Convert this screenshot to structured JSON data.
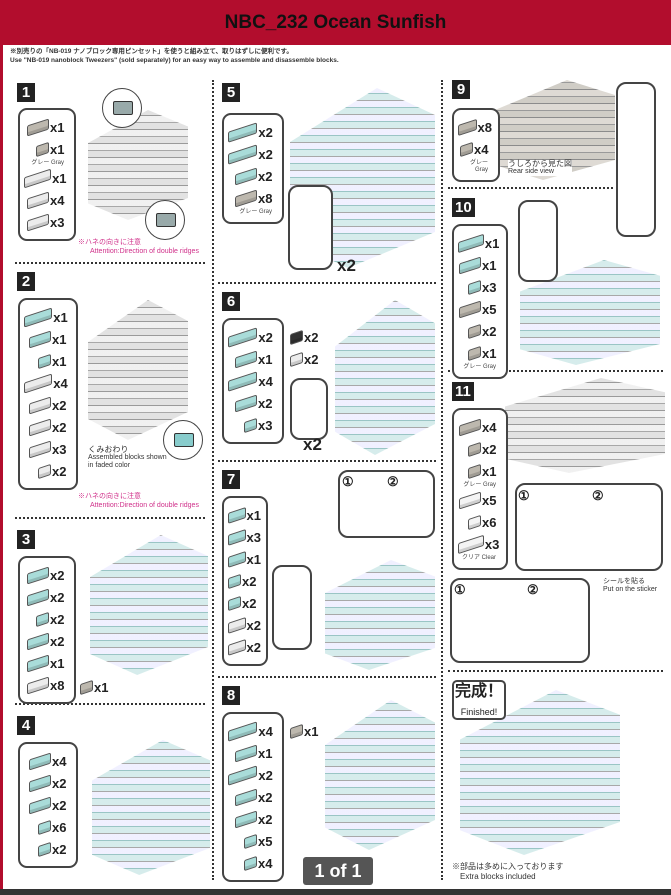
{
  "header": {
    "title": "NBC_232 Ocean Sunfish"
  },
  "tip": {
    "jp": "※別売りの「NB-019 ナノブロック専用ピンセット」を使うと組み立て、取りはずしに便利です。",
    "en": "Use \"NB-019 nanoblock Tweezers\" (sold separately) for an easy way to assemble and disassemble blocks."
  },
  "colors": {
    "header": "#b20d2d",
    "blue": "#a9dcd9",
    "white": "#ececec",
    "gray": "#bdb8ae",
    "black": "#333333",
    "clear": "#f4f4f4"
  },
  "labels": {
    "gray": "グレー Gray",
    "clear": "クリア Clear",
    "ridges_jp": "※ハネの向きに注意",
    "ridges_en": "Attention:Direction of double ridges",
    "assembled_jp": "くみおわり",
    "assembled_en": "Assembled blocks shown in faded color",
    "rear_jp": "うしろから見た図",
    "rear_en": "Rear side view",
    "sticker_jp": "シールを貼る",
    "sticker_en": "Put on the sticker",
    "sub1": "①",
    "sub2": "②",
    "times2": "x2",
    "finished_jp": "完成！",
    "finished_en": "Finished!",
    "extra_jp": "※部品は多めに入っております",
    "extra_en": "Extra blocks included"
  },
  "page_indicator": "1 of 1",
  "steps": [
    {
      "number": "1",
      "parts": [
        {
          "c": "gray",
          "s": "",
          "n": "x1"
        },
        {
          "c": "gray",
          "s": "s",
          "n": "x1",
          "gray": true
        },
        {
          "c": "white",
          "s": "l",
          "n": "x1"
        },
        {
          "c": "white",
          "s": "",
          "n": "x4"
        },
        {
          "c": "white",
          "s": "",
          "n": "x3"
        }
      ]
    },
    {
      "number": "2",
      "parts": [
        {
          "c": "blue",
          "s": "l",
          "n": "x1"
        },
        {
          "c": "blue",
          "s": "",
          "n": "x1"
        },
        {
          "c": "blue",
          "s": "s",
          "n": "x1"
        },
        {
          "c": "white",
          "s": "l",
          "n": "x4"
        },
        {
          "c": "white",
          "s": "",
          "n": "x2"
        },
        {
          "c": "white",
          "s": "",
          "n": "x2"
        },
        {
          "c": "white",
          "s": "",
          "n": "x3"
        },
        {
          "c": "white",
          "s": "s",
          "n": "x2"
        }
      ]
    },
    {
      "number": "3",
      "parts": [
        {
          "c": "blue",
          "s": "",
          "n": "x2"
        },
        {
          "c": "blue",
          "s": "",
          "n": "x2"
        },
        {
          "c": "blue",
          "s": "s",
          "n": "x2"
        },
        {
          "c": "blue",
          "s": "",
          "n": "x2"
        },
        {
          "c": "blue",
          "s": "",
          "n": "x1"
        },
        {
          "c": "white",
          "s": "",
          "n": "x8"
        }
      ],
      "extra": {
        "c": "gray",
        "n": "x1"
      }
    },
    {
      "number": "4",
      "parts": [
        {
          "c": "blue",
          "s": "",
          "n": "x4"
        },
        {
          "c": "blue",
          "s": "",
          "n": "x2"
        },
        {
          "c": "blue",
          "s": "",
          "n": "x2"
        },
        {
          "c": "blue",
          "s": "s",
          "n": "x6"
        },
        {
          "c": "blue",
          "s": "s",
          "n": "x2"
        }
      ]
    },
    {
      "number": "5",
      "parts": [
        {
          "c": "blue",
          "s": "l",
          "n": "x2"
        },
        {
          "c": "blue",
          "s": "l",
          "n": "x2"
        },
        {
          "c": "blue",
          "s": "",
          "n": "x2"
        },
        {
          "c": "gray",
          "s": "",
          "n": "x8",
          "gray": true
        }
      ]
    },
    {
      "number": "6",
      "parts": [
        {
          "c": "blue",
          "s": "l",
          "n": "x2"
        },
        {
          "c": "blue",
          "s": "",
          "n": "x1"
        },
        {
          "c": "blue",
          "s": "l",
          "n": "x4"
        },
        {
          "c": "blue",
          "s": "",
          "n": "x2"
        },
        {
          "c": "blue",
          "s": "s",
          "n": "x3"
        }
      ],
      "side": [
        {
          "c": "black",
          "n": "x2"
        },
        {
          "c": "white",
          "n": "x2"
        }
      ]
    },
    {
      "number": "7",
      "parts": [
        {
          "c": "blue",
          "s": "",
          "n": "x1"
        },
        {
          "c": "blue",
          "s": "",
          "n": "x3"
        },
        {
          "c": "blue",
          "s": "",
          "n": "x1"
        },
        {
          "c": "blue",
          "s": "s",
          "n": "x2"
        },
        {
          "c": "blue",
          "s": "s",
          "n": "x2"
        },
        {
          "c": "white",
          "s": "",
          "n": "x2"
        },
        {
          "c": "white",
          "s": "",
          "n": "x2"
        }
      ]
    },
    {
      "number": "8",
      "parts": [
        {
          "c": "blue",
          "s": "l",
          "n": "x4"
        },
        {
          "c": "blue",
          "s": "",
          "n": "x1"
        },
        {
          "c": "blue",
          "s": "l",
          "n": "x2"
        },
        {
          "c": "blue",
          "s": "",
          "n": "x2"
        },
        {
          "c": "blue",
          "s": "",
          "n": "x2"
        },
        {
          "c": "blue",
          "s": "s",
          "n": "x5"
        },
        {
          "c": "blue",
          "s": "s",
          "n": "x4"
        }
      ],
      "side": [
        {
          "c": "gray",
          "n": "x1"
        }
      ]
    },
    {
      "number": "9",
      "parts": [
        {
          "c": "gray",
          "s": "",
          "n": "x8"
        },
        {
          "c": "gray",
          "s": "s",
          "n": "x4",
          "gray": true
        }
      ]
    },
    {
      "number": "10",
      "parts": [
        {
          "c": "blue",
          "s": "l",
          "n": "x1"
        },
        {
          "c": "blue",
          "s": "",
          "n": "x1"
        },
        {
          "c": "blue",
          "s": "s",
          "n": "x3"
        },
        {
          "c": "gray",
          "s": "",
          "n": "x5"
        },
        {
          "c": "gray",
          "s": "s",
          "n": "x2"
        },
        {
          "c": "gray",
          "s": "s",
          "n": "x1",
          "gray": true
        }
      ]
    },
    {
      "number": "11",
      "parts": [
        {
          "c": "gray",
          "s": "",
          "n": "x4"
        },
        {
          "c": "gray",
          "s": "s",
          "n": "x2"
        },
        {
          "c": "gray",
          "s": "s",
          "n": "x1",
          "gray": true
        },
        {
          "c": "clear",
          "s": "",
          "n": "x5"
        },
        {
          "c": "clear",
          "s": "s",
          "n": "x6"
        },
        {
          "c": "clear",
          "s": "l",
          "n": "x3",
          "clear": true
        }
      ]
    }
  ]
}
